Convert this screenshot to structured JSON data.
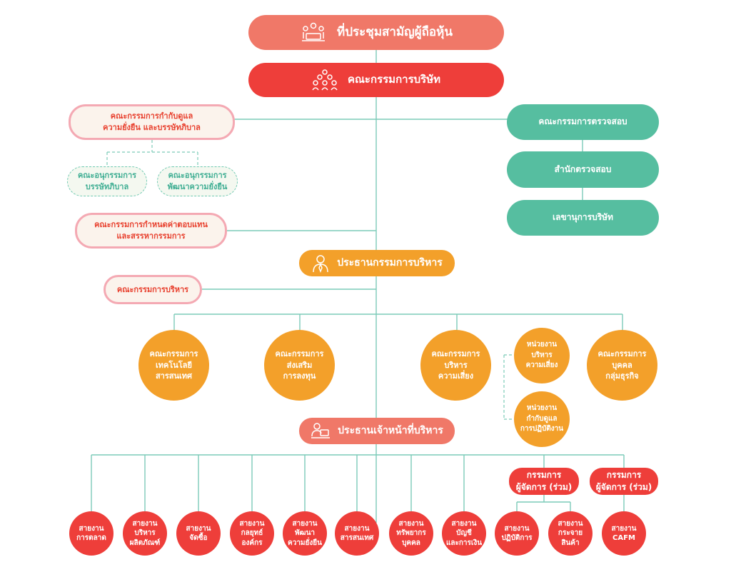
{
  "top": {
    "shareholders": "ที่ประชุมสามัญผู้ถือหุ้น",
    "board": "คณะกรรมการบริษัท"
  },
  "left_committees": {
    "governance": "คณะกรรมการกำกับดูแล\nความยั่งยืน และบรรษัทภิบาล",
    "sub_governance": "คณะอนุกรรมการ\nบรรษัทภิบาล",
    "sub_sustainability": "คณะอนุกรรมการ\nพัฒนาความยั่งยืน",
    "remuneration": "คณะกรรมการกำหนดค่าตอบแทน\nและสรรหากรรมการ",
    "executive_committee": "คณะกรรมการบริหาร"
  },
  "right_audit": {
    "audit_committee": "คณะกรรมการตรวจสอบ",
    "audit_office": "สำนักตรวจสอบ",
    "secretary": "เลขานุการบริษัท"
  },
  "executive_chairman": "ประธานกรรมการบริหาร",
  "exec_committees": [
    "คณะกรรมการ\nเทคโนโลยี\nสารสนเทศ",
    "คณะกรรมการ\nส่งเสริม\nการลงทุน",
    "คณะกรรมการ\nบริหาร\nความเสี่ยง",
    "คณะกรรมการ\nบุคคล\nกลุ่มธุรกิจ"
  ],
  "units": {
    "risk_unit": "หน่วยงาน\nบริหาร\nความเสี่ยง",
    "compliance_unit": "หน่วยงาน\nกำกับดูแล\nการปฏิบัติงาน"
  },
  "ceo": "ประธานเจ้าหน้าที่บริหาร",
  "managing_directors": [
    "กรรมการ\nผู้จัดการ (ร่วม)",
    "กรรมการ\nผู้จัดการ (ร่วม)"
  ],
  "departments": [
    "สายงาน\nการตลาด",
    "สายงาน\nบริหาร\nผลิตภัณฑ์",
    "สายงาน\nจัดซื้อ",
    "สายงาน\nกลยุทธ์\nองค์กร",
    "สายงาน\nพัฒนา\nความยั่งยืน",
    "สายงาน\nสารสนเทศ",
    "สายงาน\nทรัพยากร\nบุคคล",
    "สายงาน\nบัญชี\nและการเงิน",
    "สายงาน\nปฏิบัติการ",
    "สายงาน\nกระจาย\nสินค้า",
    "สายงาน\nCAFM"
  ],
  "icons": {
    "shareholders": "meeting-icon",
    "board": "group-icon",
    "executive_chairman": "executive-icon",
    "ceo": "officer-desk-icon"
  },
  "colors": {
    "coral": "#f07868",
    "red": "#ee3e3a",
    "orange": "#f3a02a",
    "teal": "#56bea0",
    "pink_border": "#f4a9b3",
    "line": "#7ccbb8"
  }
}
